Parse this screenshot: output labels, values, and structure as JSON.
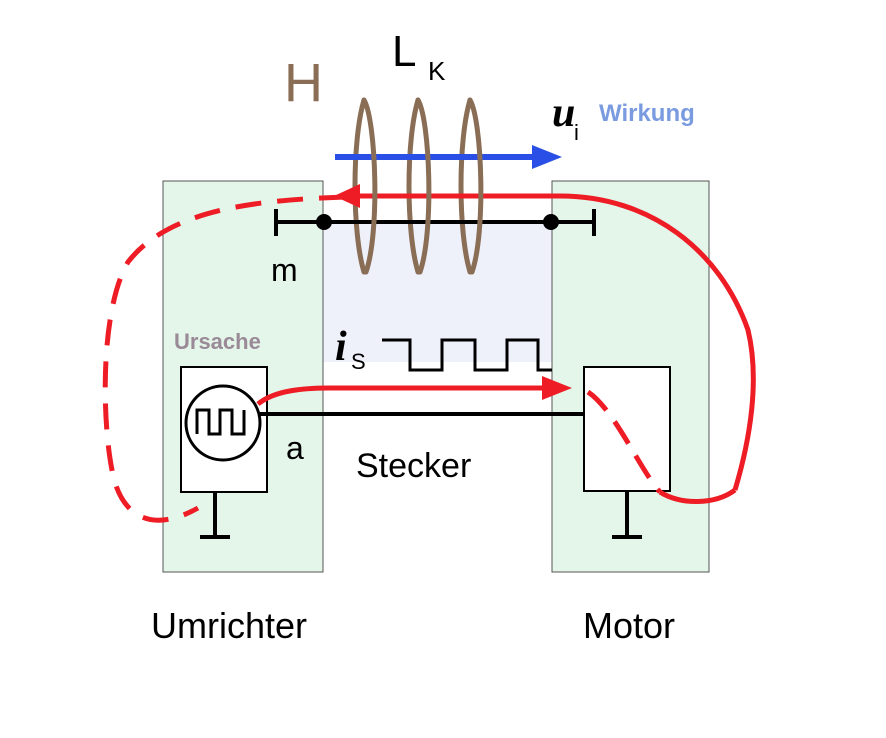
{
  "labels": {
    "H": "H",
    "L": "L",
    "L_sub": "K",
    "u": "u",
    "u_sub": "i",
    "wirkung": "Wirkung",
    "m": "m",
    "ursache": "Ursache",
    "i": "i",
    "i_sub": "S",
    "a": "a",
    "stecker": "Stecker",
    "umrichter": "Umrichter",
    "motor": "Motor"
  },
  "colors": {
    "device_fill": "#e4f6e9",
    "gap_fill": "#eef0fa",
    "coil": "#8a6d55",
    "h_label": "#8a6d55",
    "arrow_blue": "#2a4fe6",
    "wirkung": "#7a9be0",
    "ursache": "#9a8a98",
    "current_red": "#ee1c25",
    "wire": "#000000"
  }
}
